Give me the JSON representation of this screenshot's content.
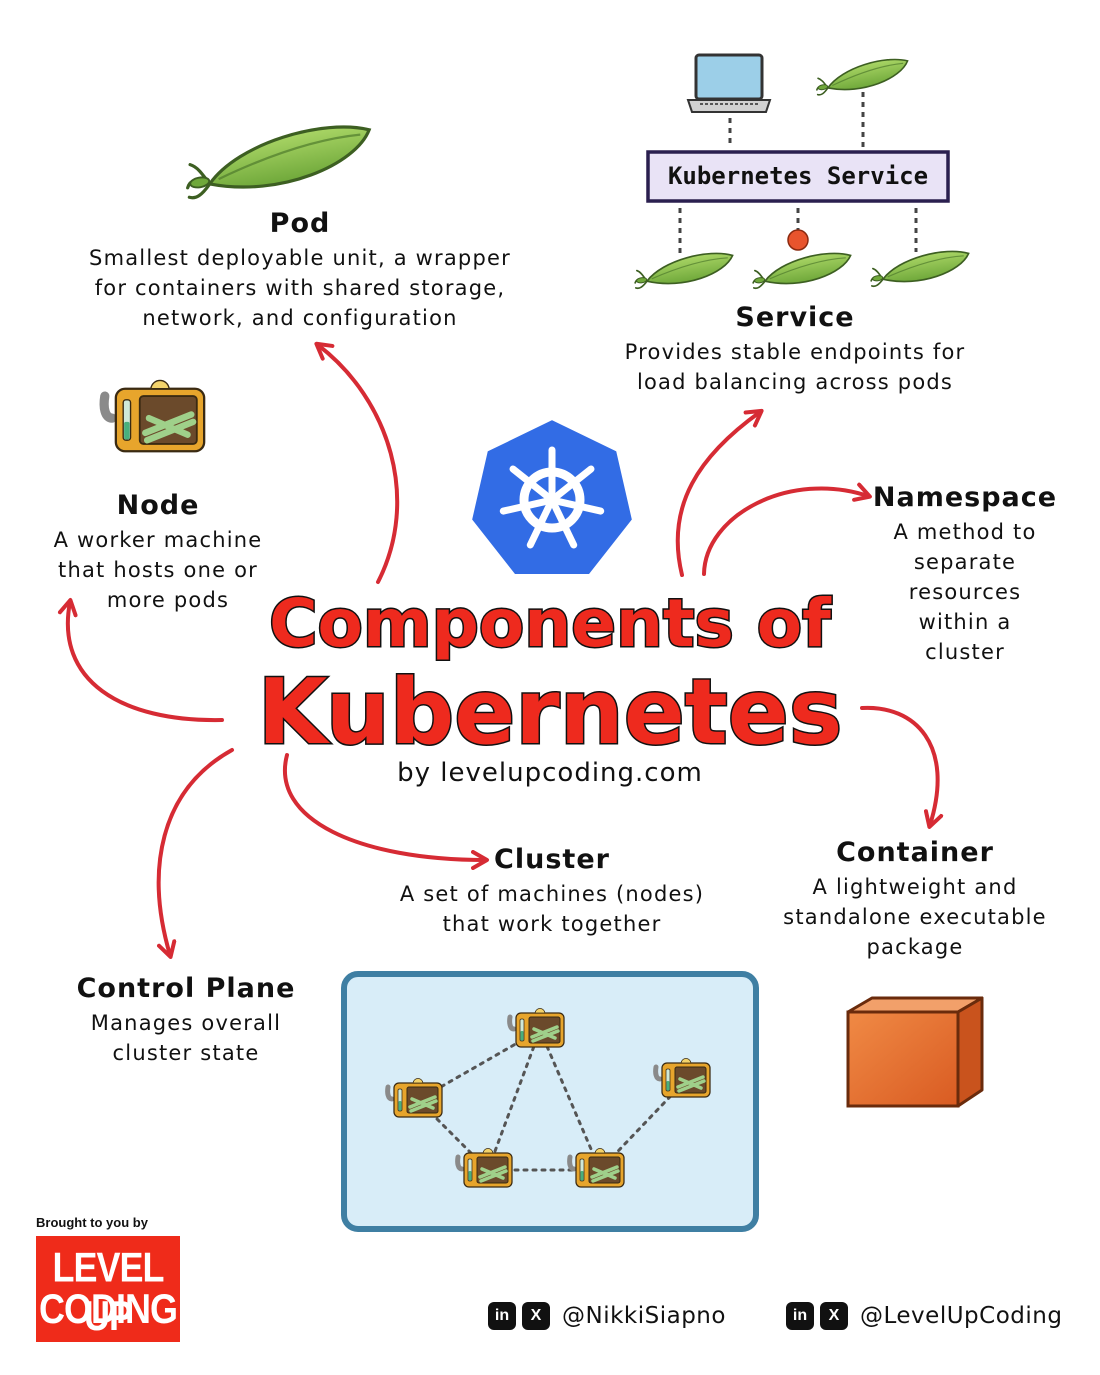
{
  "main": {
    "title_line1": "Components of",
    "title_line2": "Kubernetes",
    "byline": "by levelupcoding.com"
  },
  "service_diagram": {
    "box_label": "Kubernetes Service"
  },
  "components": {
    "pod": {
      "title": "Pod",
      "desc": [
        "Smallest deployable unit, a wrapper",
        "for containers with shared storage,",
        "network, and configuration"
      ]
    },
    "service": {
      "title": "Service",
      "desc": [
        "Provides stable endpoints for",
        "load balancing across pods"
      ]
    },
    "node": {
      "title": "Node",
      "desc": [
        "A worker machine",
        "that hosts one or",
        "more pods"
      ]
    },
    "namespace": {
      "title": "Namespace",
      "desc": [
        "A method to",
        "separate",
        "resources",
        "within a",
        "cluster"
      ]
    },
    "cluster": {
      "title": "Cluster",
      "desc": [
        "A set of machines (nodes)",
        "that work together"
      ]
    },
    "container": {
      "title": "Container",
      "desc": [
        "A lightweight and",
        "standalone executable",
        "package"
      ]
    },
    "control_plane": {
      "title": "Control Plane",
      "desc": [
        "Manages overall",
        "cluster state"
      ]
    }
  },
  "branding": {
    "brought_by": "Brought to you by",
    "logo_line1": "LEVEL UP",
    "logo_line2": "CODING"
  },
  "social": [
    {
      "icons": [
        "in",
        "X"
      ],
      "handle": "@NikkiSiapno"
    },
    {
      "icons": [
        "in",
        "X"
      ],
      "handle": "@LevelUpCoding"
    }
  ],
  "colors": {
    "arrow": "#d62b34",
    "title_fill": "#ee2a1e",
    "k8s_blue": "#326ce5",
    "pod_green": "#8cc34a",
    "node_orange": "#e7a52c",
    "cluster_bg": "#d8edf8",
    "cluster_border": "#3f7fa3",
    "container_orange": "#e56f2c",
    "service_box_fill": "#e9e3f6",
    "service_box_border": "#2a1f4f",
    "brand_red": "#ef2b1a"
  }
}
